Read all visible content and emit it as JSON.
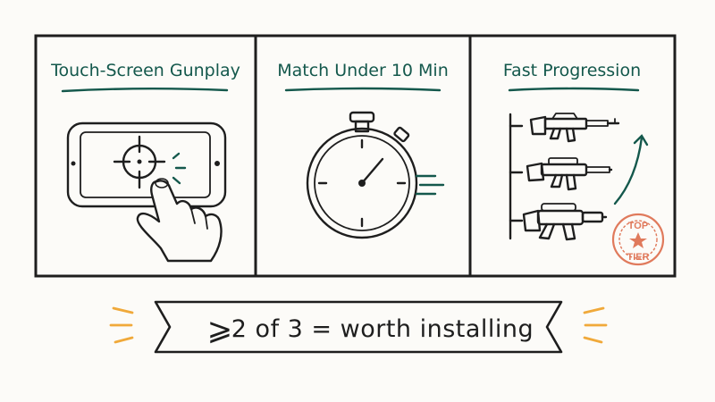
{
  "panels": [
    {
      "title": "Touch-Screen Gunplay",
      "icon": "phone-crosshair-touch-icon"
    },
    {
      "title": "Match Under 10 Min",
      "icon": "stopwatch-icon"
    },
    {
      "title": "Fast Progression",
      "icon": "weapon-upgrade-ladder-icon"
    }
  ],
  "stamp": {
    "line1": "TOP",
    "line2": "TIER",
    "color": "#e07a5c"
  },
  "banner": {
    "symbol": "⩾",
    "text": "2 of 3 = worth installing"
  },
  "colors": {
    "accent": "#14584c",
    "ink": "#1e1e1e",
    "highlight": "#f0a93a",
    "stamp": "#e07a5c",
    "background": "#fcfbf8"
  }
}
